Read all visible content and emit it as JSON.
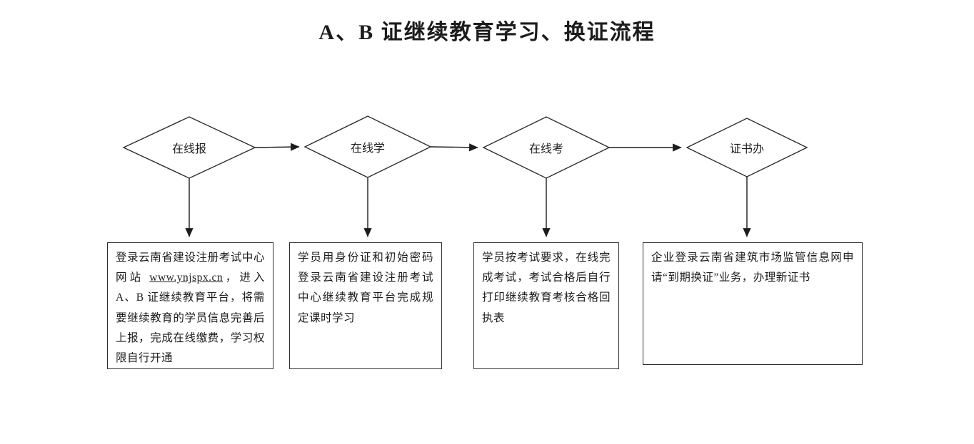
{
  "title": "A、B 证继续教育学习、换证流程",
  "steps": [
    {
      "diamond": "在线报",
      "desc_before": "登录云南省建设注册考试中心网站 ",
      "desc_link": "www.ynjspx.cn",
      "desc_after": "，进入 A、B 证继续教育平台，将需要继续教育的学员信息完善后上报，完成在线缴费，学习权限自行开通"
    },
    {
      "diamond": "在线学",
      "desc": "学员用身份证和初始密码登录云南省建设注册考试中心继续教育平台完成规定课时学习"
    },
    {
      "diamond": "在线考",
      "desc": "学员按考试要求，在线完成考试，考试合格后自行打印继续教育考核合格回执表"
    },
    {
      "diamond": "证书办",
      "desc": "企业登录云南省建筑市场监管信息网申请“到期换证”业务，办理新证书"
    }
  ],
  "colors": {
    "stroke": "#2e2e2e",
    "text": "#1c1c1c",
    "background": "#ffffff"
  }
}
